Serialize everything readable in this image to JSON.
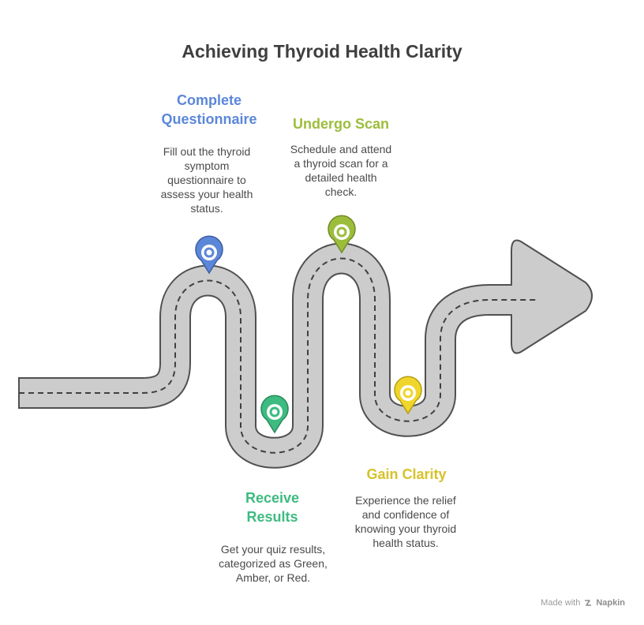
{
  "title": "Achieving Thyroid Health Clarity",
  "colors": {
    "road_fill": "#cccccc",
    "road_edge": "#505050",
    "dash": "#404040",
    "blue": "#5b87d9",
    "green": "#3dbb80",
    "olive": "#9cbd3c",
    "yellow": "#f0d52c"
  },
  "steps": [
    {
      "title_line1": "Complete",
      "title_line2": "Questionnaire",
      "desc_lines": [
        "Fill out the thyroid",
        "symptom",
        "questionnaire to",
        "assess your health",
        "status."
      ],
      "color": "#5b87d9",
      "icon": "map-pin-icon"
    },
    {
      "title_line1": "Receive",
      "title_line2": "Results",
      "desc_lines": [
        "Get your quiz results,",
        "categorized as Green,",
        "Amber, or Red."
      ],
      "color": "#3dbb80",
      "icon": "map-pin-icon"
    },
    {
      "title_line1": "Undergo Scan",
      "desc_lines": [
        "Schedule and attend",
        "a thyroid scan for a",
        "detailed health",
        "check."
      ],
      "color": "#9cbd3c",
      "icon": "map-pin-icon"
    },
    {
      "title_line1": "Gain Clarity",
      "desc_lines": [
        "Experience the relief",
        "and confidence of",
        "knowing your thyroid",
        "health status."
      ],
      "color": "#d6c22a",
      "icon": "map-pin-icon"
    }
  ],
  "footer": {
    "made_with": "Made with",
    "brand": "Napkin",
    "icon": "napkin-logo-icon"
  }
}
